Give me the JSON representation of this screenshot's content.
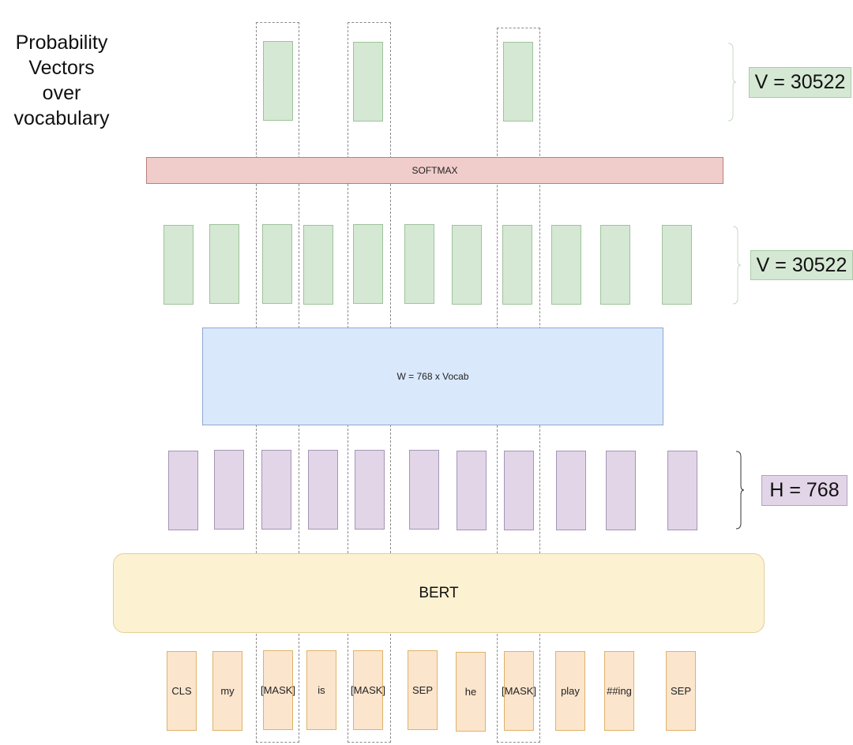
{
  "title_lines": [
    "Probability",
    "Vectors",
    "over",
    "vocabulary"
  ],
  "softmax_label": "SOFTMAX",
  "projection_label": "W = 768 x Vocab",
  "encoder_label": "BERT",
  "dimension_labels": {
    "probability": "V = 30522",
    "logits": "V = 30522",
    "hidden": "H = 768"
  },
  "tokens": [
    "CLS",
    "my",
    "[MASK]",
    "is",
    "[MASK]",
    "SEP",
    "he",
    "[MASK]",
    "play",
    "##ing",
    "SEP"
  ],
  "masked_token_indices": [
    2,
    4,
    7
  ],
  "colors": {
    "probability": "#d5e8d4",
    "softmax": "#f0cdcb",
    "projection": "#dae8fc",
    "hidden": "#e1d5e7",
    "encoder": "#fcf2d2",
    "token": "#fce5cd"
  }
}
